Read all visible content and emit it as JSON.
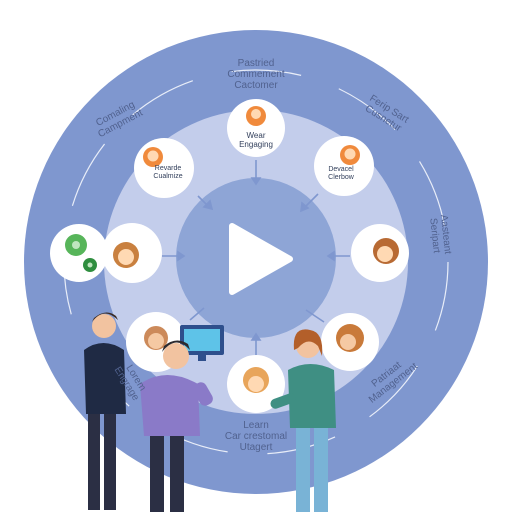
{
  "colors": {
    "outer_ring": "#7f97cf",
    "mid_ring": "#c3cdeb",
    "inner_disc": "#8ea5d6",
    "accent_orange": "#f08a3c",
    "node_white": "#ffffff",
    "play": "#ffffff"
  },
  "labels": {
    "top": "Pastried\nCommement\nCactomer",
    "top_left": "Comaling\nCampment",
    "top_right": "Ferip Sart\nCusnetur",
    "right": "Aasteant\nSeripart",
    "left_bottom": "Lorem\nEngrage",
    "bottom_right": "Patriaat\nManagement",
    "bottom": "Learn\nCar crestomal\nUtagert"
  },
  "nodes": {
    "top_text": "Wear\nEngaging",
    "upper_left_text": "Revarde\nCualmize",
    "upper_right_text": "Devacel\nClerbow"
  },
  "icons": {
    "center": "play-icon",
    "left_outer": "gear-icon",
    "screen": "monitor-icon"
  }
}
